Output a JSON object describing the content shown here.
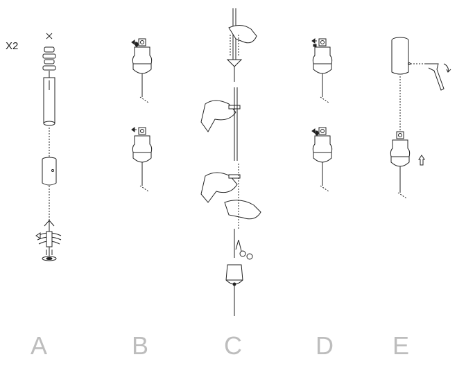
{
  "quantity_label": "X2",
  "steps": [
    {
      "letter": "A"
    },
    {
      "letter": "B"
    },
    {
      "letter": "C"
    },
    {
      "letter": "D"
    },
    {
      "letter": "E"
    }
  ]
}
